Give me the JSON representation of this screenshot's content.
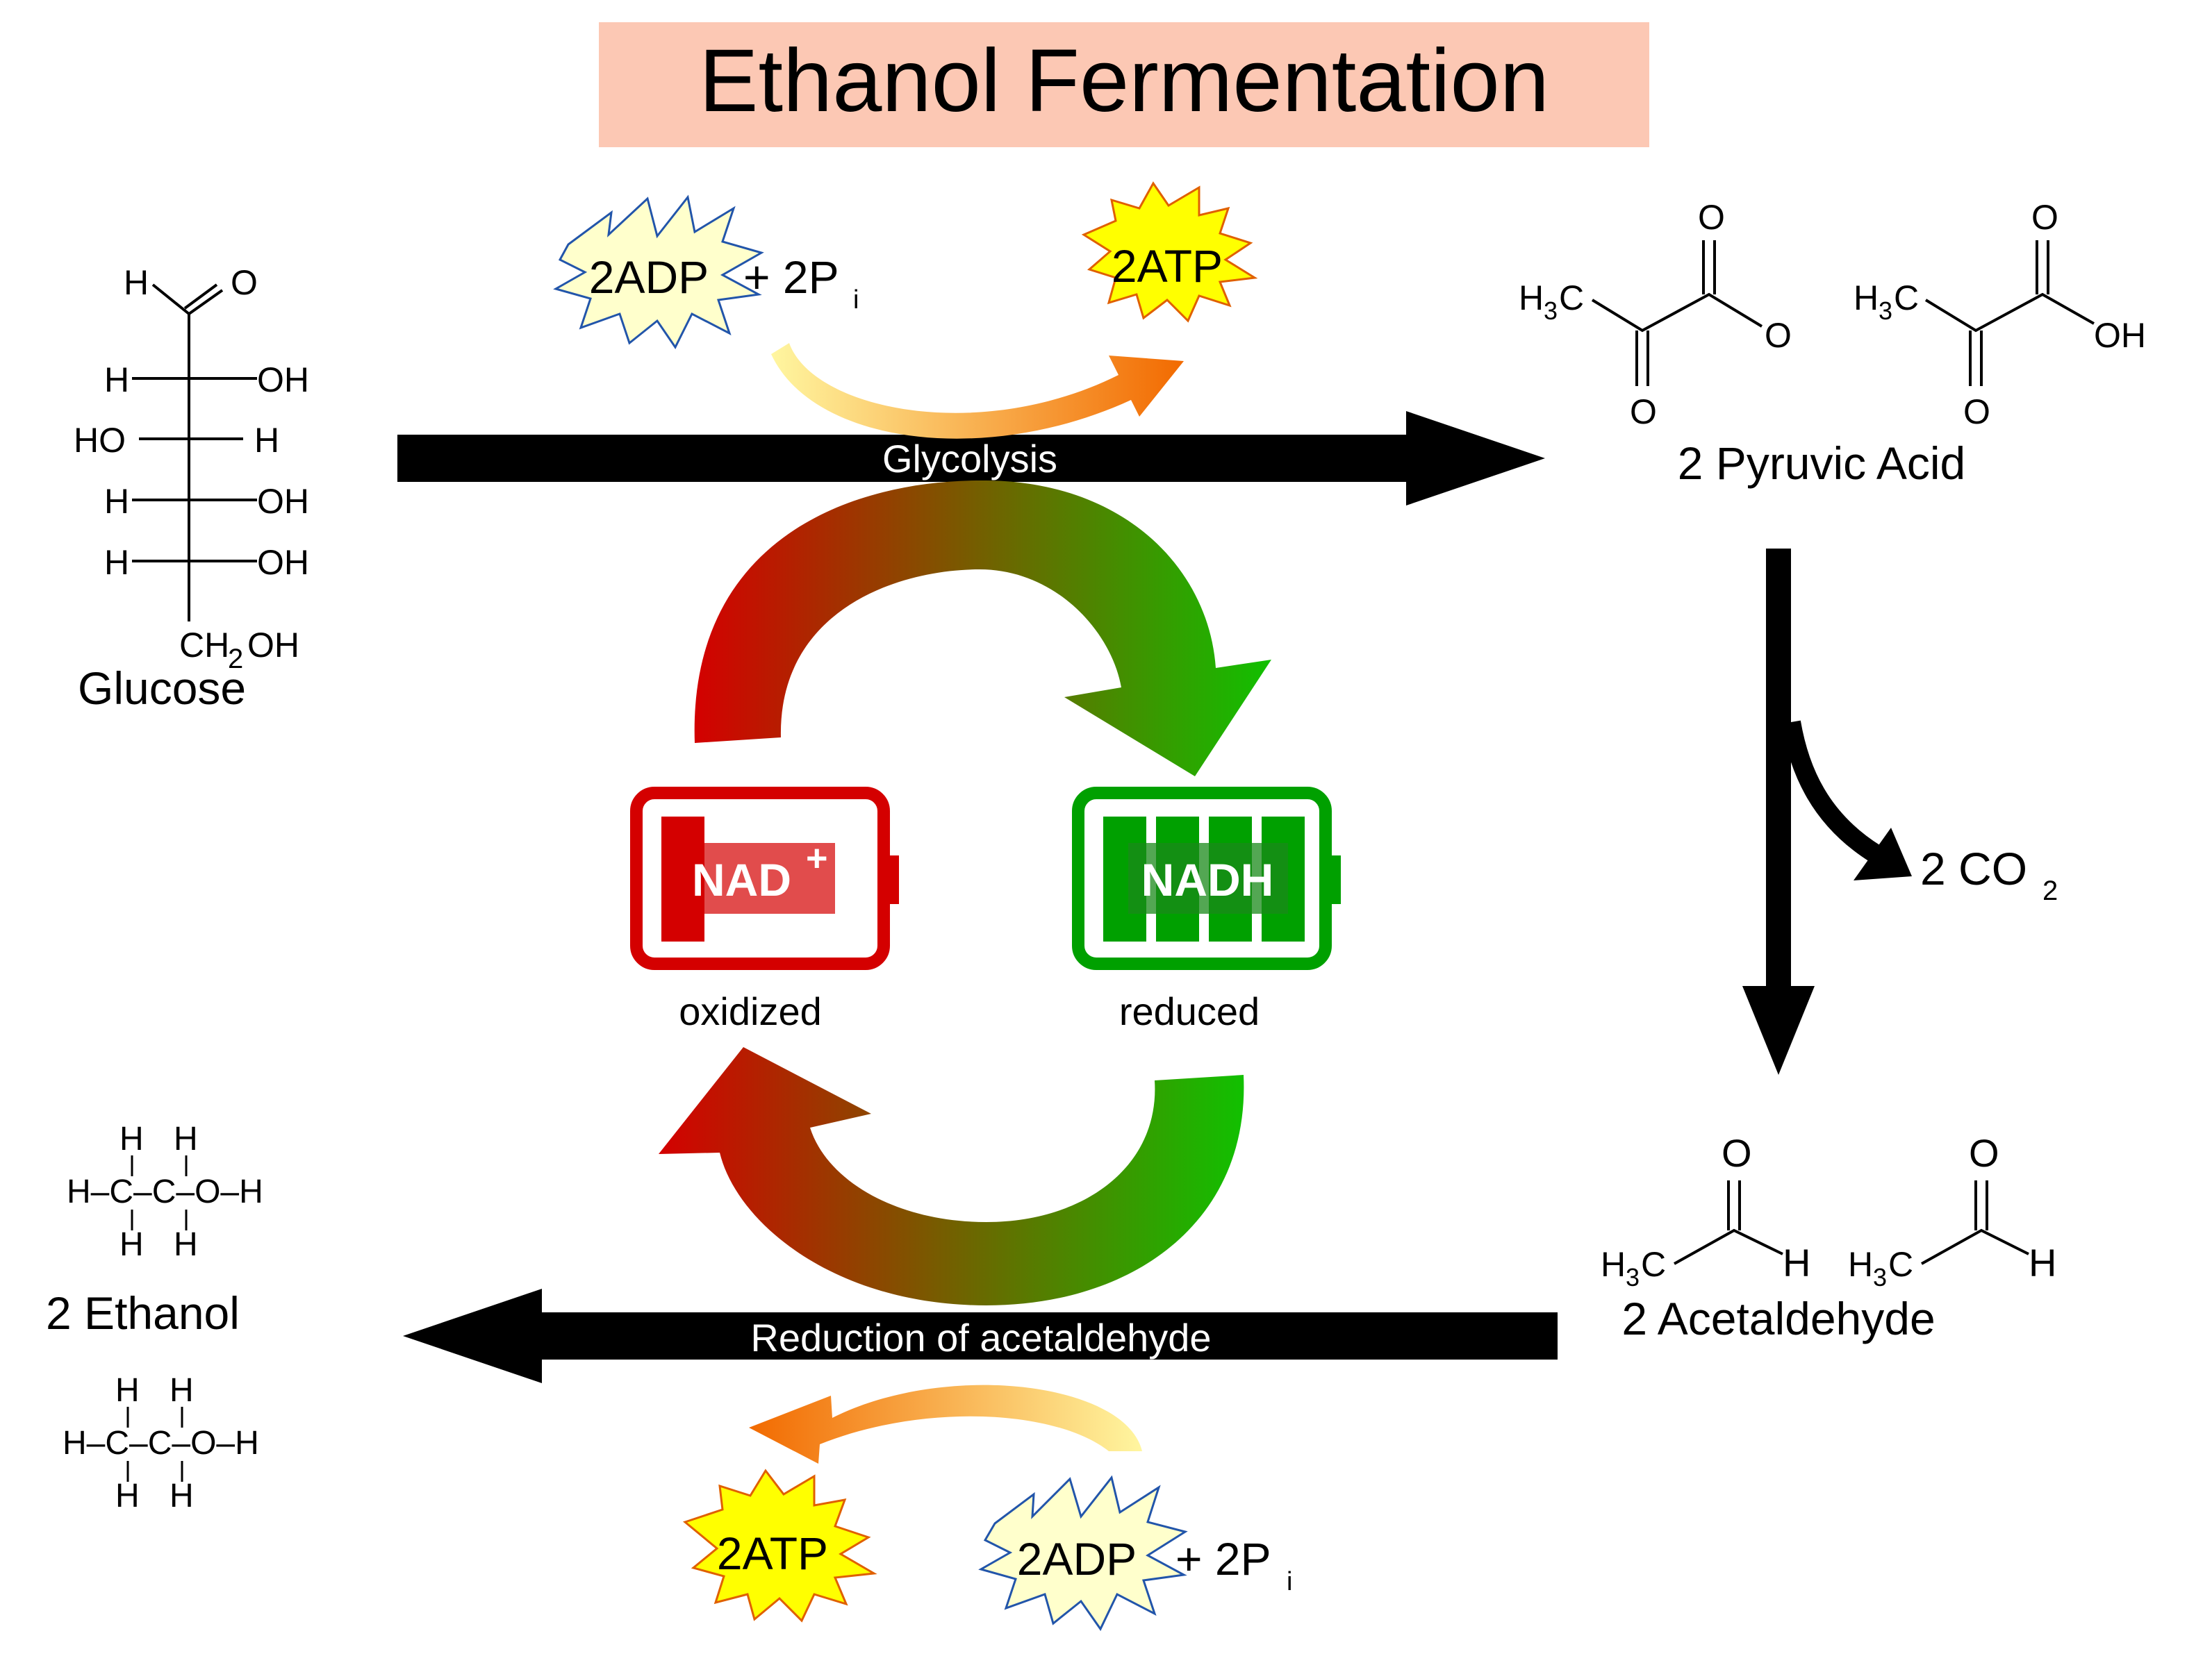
{
  "title": "Ethanol Fermentation",
  "colors": {
    "title_bg": "#fcc8b4",
    "arrow_black": "#000000",
    "nad_red": "#d40000",
    "nadh_green": "#00a000",
    "atp_yellow": "#ffff00",
    "adp_pale": "#ffffcc"
  },
  "glucose": {
    "label": "Glucose",
    "top_h": "H",
    "top_o": "O",
    "rows": [
      {
        "left": "H",
        "right": "OH"
      },
      {
        "left": "HO",
        "right": "H"
      },
      {
        "left": "H",
        "right": "OH"
      },
      {
        "left": "H",
        "right": "OH"
      }
    ],
    "bottom_ch": "CH",
    "bottom_sub": "2",
    "bottom_oh": "OH"
  },
  "glycolysis": {
    "label": "Glycolysis",
    "adp": "2ADP",
    "plus_pi": "+ 2P",
    "pi_sub": "i",
    "atp": "2ATP"
  },
  "pyruvic": {
    "label": "2 Pyruvic Acid",
    "left": {
      "o_top": "O",
      "o_bottom": "O",
      "o_right": "O",
      "h3": "H",
      "h3_sub": "3",
      "h3_c": "C"
    },
    "right": {
      "o_top": "O",
      "o_bottom": "O",
      "oh": "OH",
      "h3": "H",
      "h3_sub": "3",
      "h3_c": "C"
    }
  },
  "co2": {
    "label": "2 CO",
    "sub": "2"
  },
  "acetaldehyde": {
    "label": "2 Acetaldehyde",
    "left": {
      "o": "O",
      "h": "H",
      "h3": "H",
      "h3_sub": "3",
      "h3_c": "C"
    },
    "right": {
      "o": "O",
      "h": "H",
      "h3": "H",
      "h3_sub": "3",
      "h3_c": "C"
    }
  },
  "reduction": {
    "label": "Reduction of acetaldehyde",
    "atp": "2ATP",
    "adp": "2ADP",
    "plus_pi": "+ 2P",
    "pi_sub": "i"
  },
  "nad": {
    "label": "NAD",
    "sup": "+",
    "state": "oxidized"
  },
  "nadh": {
    "label": "NADH",
    "state": "reduced"
  },
  "ethanol": {
    "label": "2 Ethanol",
    "top": {
      "h1": "H",
      "h2": "H",
      "row": "H–C–C–O–H",
      "h3": "H",
      "h4": "H"
    },
    "bottom": {
      "h1": "H",
      "h2": "H",
      "row": "H–C–C–O–H",
      "h3": "H",
      "h4": "H"
    }
  }
}
